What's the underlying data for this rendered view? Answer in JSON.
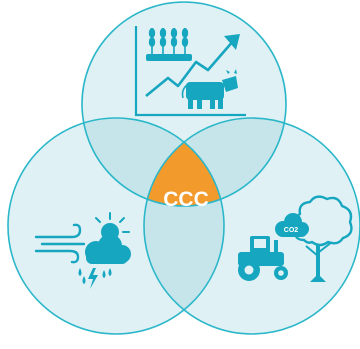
{
  "diagram": {
    "center_label": "CCC",
    "co2_label": "CO2",
    "colors": {
      "circle_fill": "#dff1f5",
      "circle_stroke": "#2bb7c9",
      "overlap_fill": "#c4e4ea",
      "icon": "#16a6bf",
      "center": "#f29b2c",
      "center_text": "#ffffff",
      "co2_text": "#ffffff"
    },
    "circles": [
      {
        "id": "top",
        "theme_icon": "agriculture-growth-icon"
      },
      {
        "id": "bottom-left",
        "theme_icon": "weather-icon"
      },
      {
        "id": "bottom-right",
        "theme_icon": "land-use-emissions-icon"
      }
    ]
  }
}
